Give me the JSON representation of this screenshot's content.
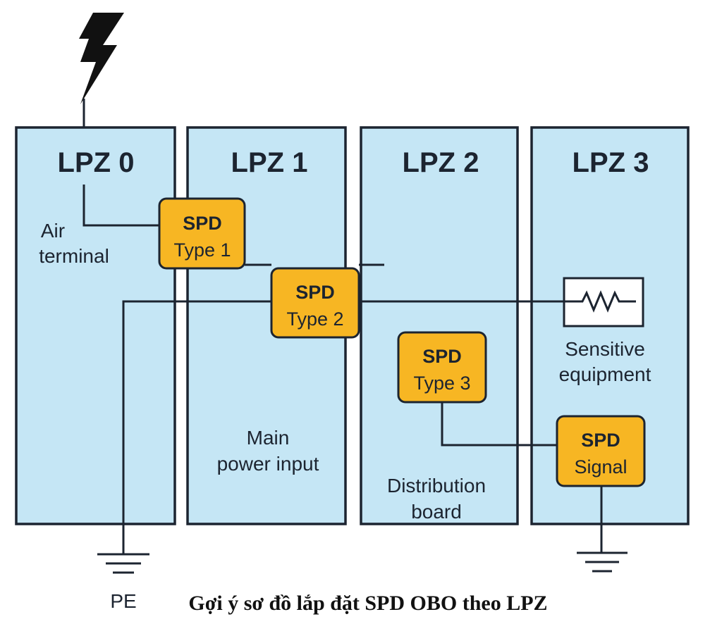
{
  "zones": [
    {
      "title": "LPZ 0"
    },
    {
      "title": "LPZ 1"
    },
    {
      "title": "LPZ 2"
    },
    {
      "title": "LPZ 3"
    }
  ],
  "spd": {
    "type1": {
      "title": "SPD",
      "sub": "Type 1"
    },
    "type2": {
      "title": "SPD",
      "sub": "Type 2"
    },
    "type3": {
      "title": "SPD",
      "sub": "Type 3"
    },
    "signal": {
      "title": "SPD",
      "sub": "Signal"
    }
  },
  "labels": {
    "air_terminal": [
      "Air",
      "terminal"
    ],
    "main_power_input": [
      "Main",
      "power input"
    ],
    "distribution_board": [
      "Distribution",
      "board"
    ],
    "sensitive_equipment": [
      "Sensitive",
      "equipment"
    ],
    "pe": "PE"
  },
  "caption": "Gợi ý sơ đồ lắp đặt SPD OBO theo LPZ",
  "colors": {
    "zone_fill": "#c5e6f5",
    "spd_fill": "#f7b623",
    "line": "#1c2430"
  },
  "icons": [
    "lightning-icon",
    "resistor-icon",
    "ground-icon"
  ]
}
